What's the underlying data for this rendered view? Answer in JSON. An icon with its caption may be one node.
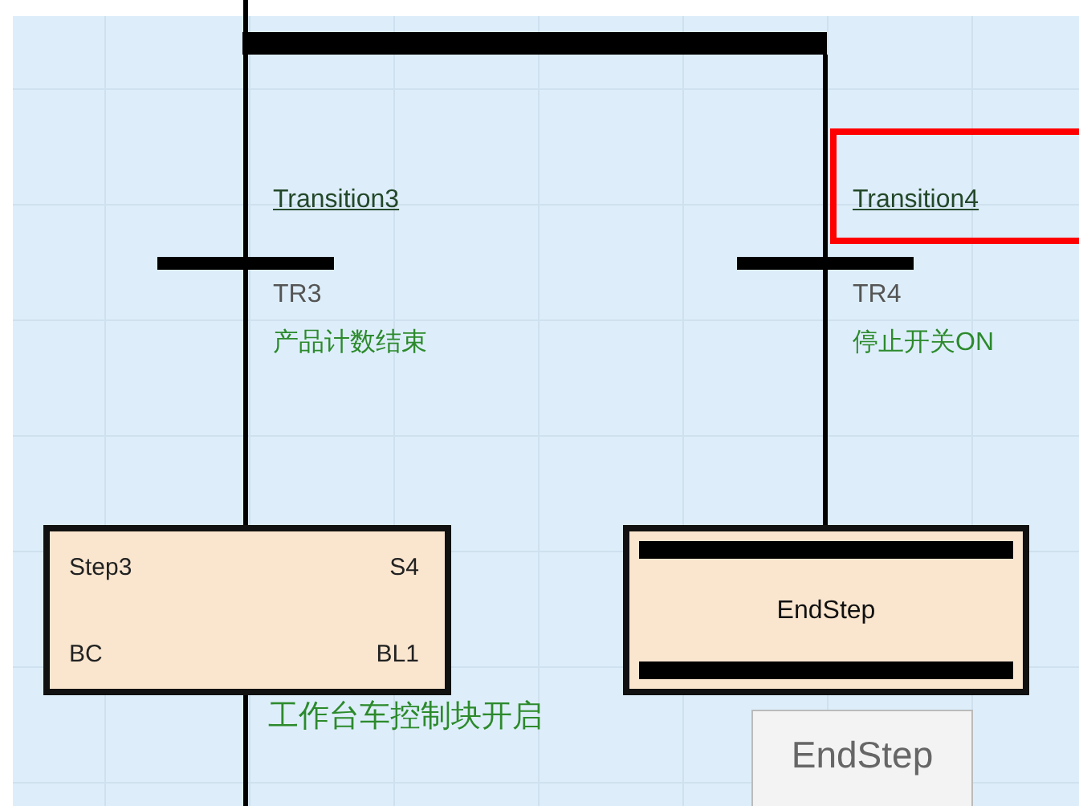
{
  "diagram": {
    "nodes": [
      {
        "text": [],
        "shape": "bar"
      },
      {
        "text": [
          "Transition3",
          "TR3",
          "产品计数结束"
        ]
      },
      {
        "text": [
          "Transition4",
          "TR4",
          "停止开关ON"
        ]
      },
      {
        "text": [
          "Step3",
          "S4",
          "BC",
          "BL1"
        ],
        "beside": [
          "工作台车控制块开启"
        ]
      },
      {
        "text": [
          "EndStep"
        ],
        "beside": [
          "EndStep"
        ]
      }
    ],
    "edges": [
      {
        "from": null,
        "to": 0,
        "arrow": "none"
      },
      {
        "from": 0,
        "to": 1,
        "arrow": "none"
      },
      {
        "from": 0,
        "to": 2,
        "arrow": "none"
      },
      {
        "from": 1,
        "to": 3,
        "arrow": "none"
      },
      {
        "from": 2,
        "to": 4,
        "arrow": "none"
      },
      {
        "from": 3,
        "to": null,
        "arrow": "none"
      }
    ]
  }
}
